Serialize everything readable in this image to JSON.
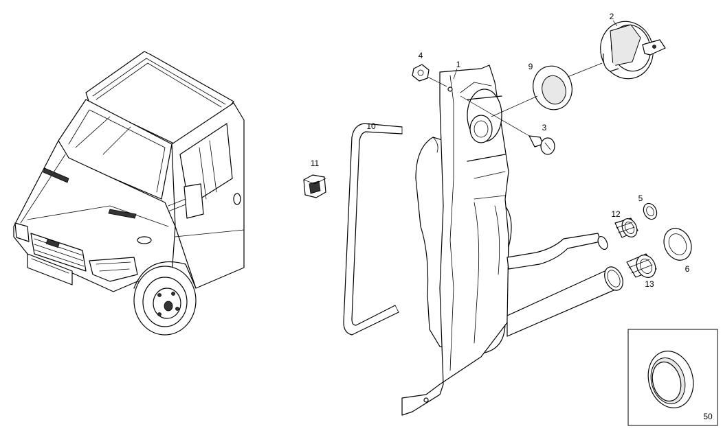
{
  "diagram": {
    "callouts": {
      "c1": "1",
      "c2": "2",
      "c3": "3",
      "c4": "4",
      "c5": "5",
      "c6": "6",
      "c9": "9",
      "c10": "10",
      "c11": "11",
      "c12": "12",
      "c13": "13",
      "c50": "50"
    }
  }
}
